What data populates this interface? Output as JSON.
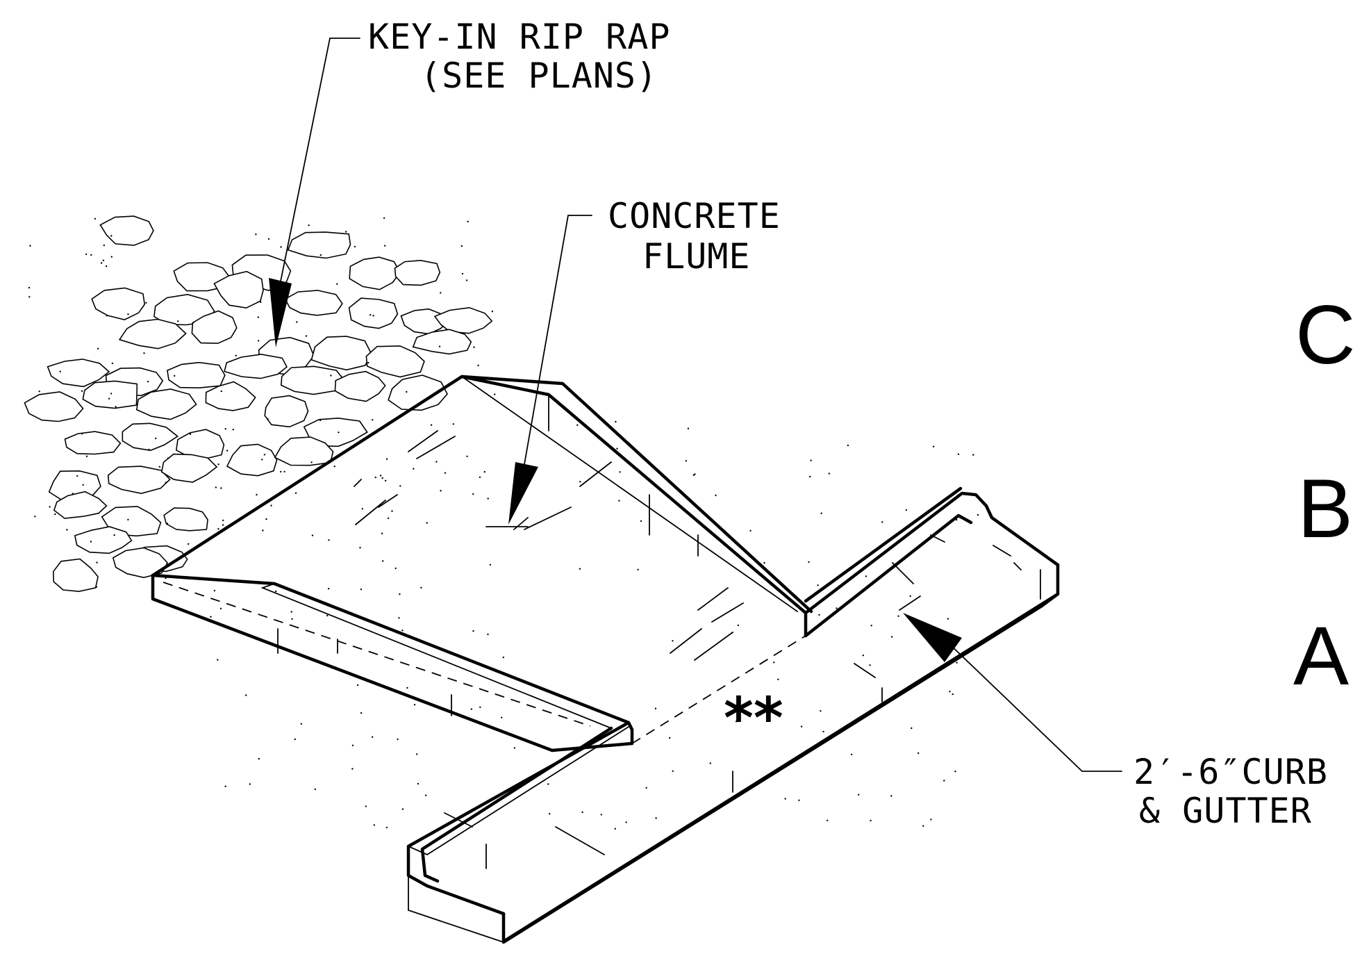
{
  "labels": {
    "rip_rap_line1": "KEY-IN RIP RAP",
    "rip_rap_line2": "(SEE PLANS)",
    "flume_line1": "CONCRETE",
    "flume_line2": "FLUME",
    "curb_line1": "2′-6″CURB",
    "curb_line2": "& GUTTER",
    "stars": "**"
  },
  "side_marks": [
    "C",
    "B",
    "A"
  ],
  "colors": {
    "ink": "#000000",
    "paper": "#ffffff"
  }
}
